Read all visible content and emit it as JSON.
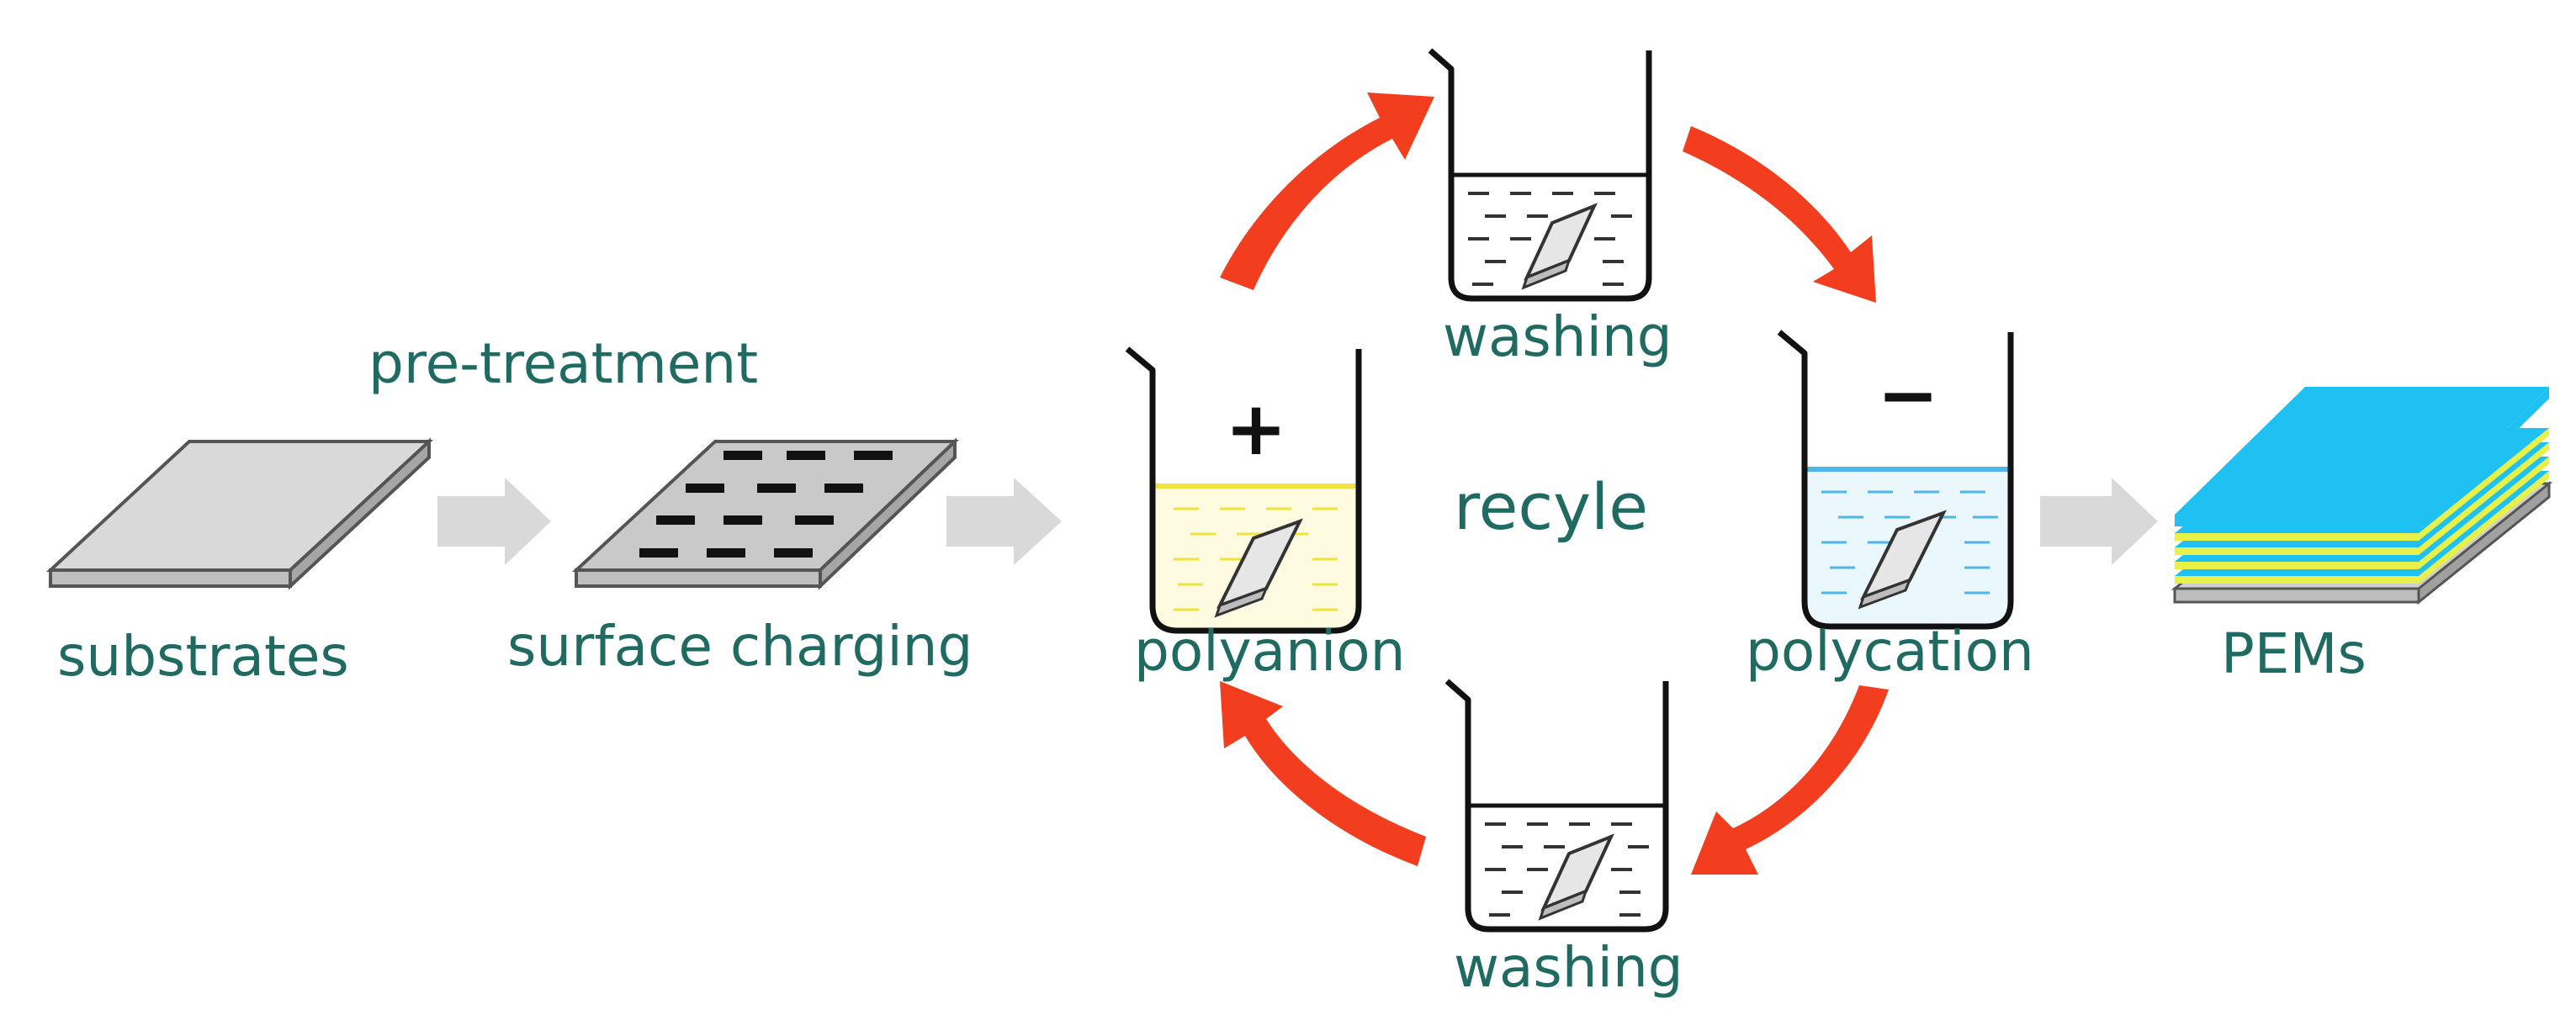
{
  "labels": {
    "substrates": "substrates",
    "pre_treatment": "pre-treatment",
    "surface_charging": "surface charging",
    "polyanion": "polyanion",
    "washing_top": "washing",
    "recycle": "recyle",
    "polycation": "polycation",
    "washing_bottom": "washing",
    "pems": "PEMs"
  },
  "signs": {
    "plus": "+",
    "minus": "−"
  },
  "colors": {
    "text": "#1f6b61",
    "cycle_arrow": "#f33d1f",
    "flow_arrow": "#d9d9d9",
    "polyanion_liquid": "#f1e33c",
    "polycation_liquid": "#4fb6e6",
    "washing_liquid": "#555555",
    "pem_top": "#1ec1f2",
    "pem_stripe": "#e8f04a"
  },
  "icons": {
    "substrate": "plain-substrate-slab",
    "charged_substrate": "charged-substrate-slab",
    "beaker": "beaker-with-slide",
    "cycle_arrow": "curved-arrow",
    "flow_arrow": "chevron-arrow",
    "stack": "multilayer-stack"
  }
}
